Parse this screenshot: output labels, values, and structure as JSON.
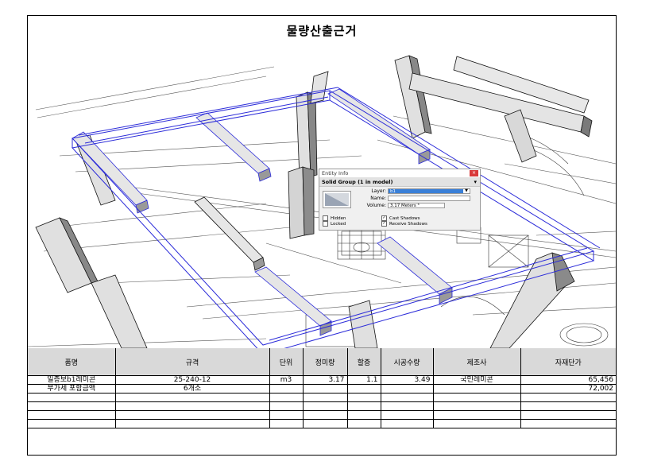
{
  "sheet": {
    "title": "물량산출근거"
  },
  "entity_info": {
    "window_title": "Entity Info",
    "close_glyph": "×",
    "header": "Solid Group (1 in model)",
    "layer_label": "Layer:",
    "layer_value": "b1",
    "name_label": "Name:",
    "name_value": "",
    "volume_label": "Volume:",
    "volume_value": "3.17 Meters ³",
    "hidden_label": "Hidden",
    "locked_label": "Locked",
    "cast_shadows_label": "Cast Shadows",
    "receive_shadows_label": "Receive Shadows",
    "hidden_checked": false,
    "locked_checked": false,
    "cast_shadows_checked": true,
    "receive_shadows_checked": true
  },
  "table": {
    "headers": [
      "품명",
      "규격",
      "단위",
      "정미량",
      "할증",
      "시공수량",
      "제조사",
      "자재단가"
    ],
    "rows": [
      [
        "일층보b1레미콘",
        "25-240-12",
        "m3",
        "3.17",
        "1.1",
        "3.49",
        "국민레미콘",
        "65,456"
      ],
      [
        "부가세 포함금액",
        "6개소",
        "",
        "",
        "",
        "",
        "",
        "72,002"
      ],
      [
        "",
        "",
        "",
        "",
        "",
        "",
        "",
        ""
      ],
      [
        "",
        "",
        "",
        "",
        "",
        "",
        "",
        ""
      ],
      [
        "",
        "",
        "",
        "",
        "",
        "",
        "",
        ""
      ],
      [
        "",
        "",
        "",
        "",
        "",
        "",
        "",
        ""
      ]
    ]
  },
  "colors": {
    "selection": "#2b2bd9",
    "header_fill": "#d9d9d9",
    "beam_light": "#e2e2e2",
    "beam_dark": "#8a8a8a"
  }
}
